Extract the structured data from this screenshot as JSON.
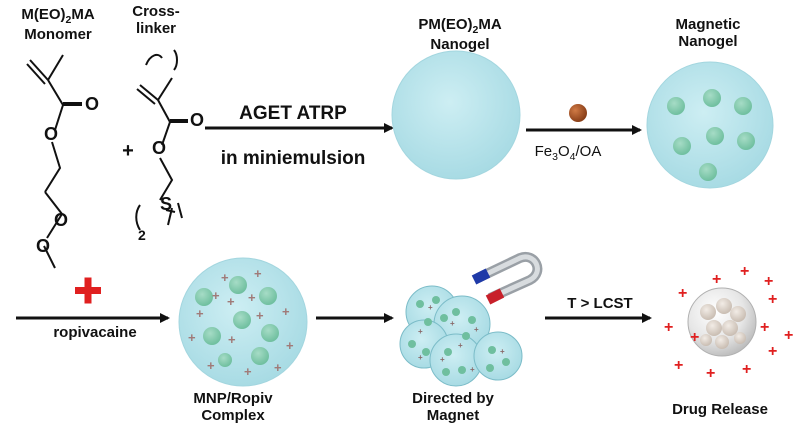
{
  "labels": {
    "monomer_line1": "M(EO)",
    "monomer_sub": "2",
    "monomer_line1b": "MA",
    "monomer_line2": "Monomer",
    "crosslinker_line1": "Cross-",
    "crosslinker_line2": "linker",
    "nanogel_line1": "PM(EO)",
    "nanogel_sub": "2",
    "nanogel_line1b": "MA",
    "nanogel_line2": "Nanogel",
    "magnetic_line1": "Magnetic",
    "magnetic_line2": "Nanogel",
    "reaction_line1": "AGET ATRP",
    "reaction_line2": "in miniemulsion",
    "fe_prefix": "Fe",
    "fe_sub3": "3",
    "fe_o": "O",
    "fe_sub4": "4",
    "fe_suffix": "/OA",
    "plus_sign": "+",
    "ropivacaine": "ropivacaine",
    "complex_line1": "MNP/Ropiv",
    "complex_line2": "Complex",
    "directed_line1": "Directed by",
    "directed_line2": "Magnet",
    "lcst": "T > LCST",
    "release": "Drug Release",
    "atom_o": "O",
    "atom_s": "S",
    "subscript_2": "2"
  },
  "colors": {
    "gel": "#b9e3ea",
    "gel_edge": "#9fd3dc",
    "particle": "#8dcdb5",
    "drug_plus_red": "#e02020",
    "drug_plus_grey": "#a07a78",
    "np_brown": "#a5552a",
    "arrow": "#111111"
  }
}
